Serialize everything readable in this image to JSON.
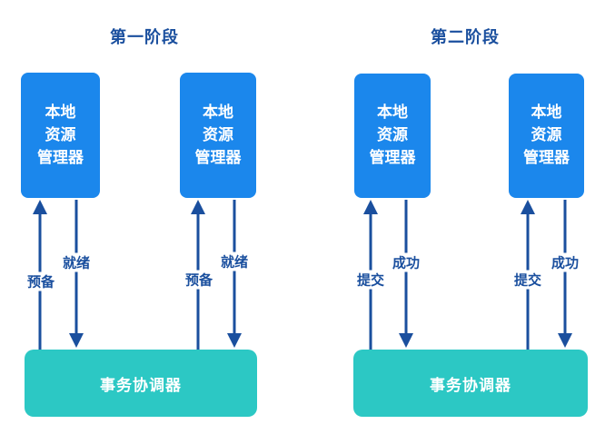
{
  "colors": {
    "resource_box_fill": "#1b87ec",
    "coordinator_box_fill": "#2cc8c4",
    "arrow": "#1a4f9e",
    "label_text": "#1a4f9e",
    "box_text": "#ffffff",
    "background": "#ffffff"
  },
  "phases": [
    {
      "title": "第一阶段",
      "resource_manager": {
        "line1": "本地",
        "line2": "资源",
        "line3": "管理器"
      },
      "coordinator": "事务协调器",
      "request_label": "预备",
      "response_label": "就绪"
    },
    {
      "title": "第二阶段",
      "resource_manager": {
        "line1": "本地",
        "line2": "资源",
        "line3": "管理器"
      },
      "coordinator": "事务协调器",
      "request_label": "提交",
      "response_label": "成功"
    }
  ]
}
